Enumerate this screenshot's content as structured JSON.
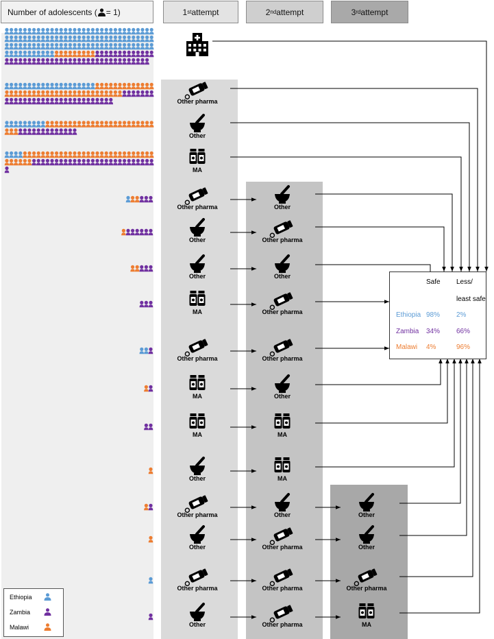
{
  "header": {
    "label": "Number of adolescents (",
    "unit_suffix": " = 1)",
    "attempt1_num": "1",
    "attempt2_num": "2",
    "attempt3_num": "3",
    "attempt1_sup": "st",
    "attempt2_sup": "nd",
    "attempt3_sup": "rd",
    "attempt_word": " attempt"
  },
  "colors": {
    "Ethiopia": "#5b9bd5",
    "Zambia": "#7030a0",
    "Malawi": "#ed7d31"
  },
  "legend": [
    {
      "country": "Ethiopia"
    },
    {
      "country": "Zambia"
    },
    {
      "country": "Malawi"
    }
  ],
  "outcome_table": {
    "col_safe": "Safe",
    "col_less_line1": "Less/",
    "col_less_line2": "least safe",
    "rows": [
      {
        "country": "Ethiopia",
        "safe": "98%",
        "less_safe": "2%"
      },
      {
        "country": "Zambia",
        "safe": "34%",
        "less_safe": "66%"
      },
      {
        "country": "Malawi",
        "safe": "4%",
        "less_safe": "96%"
      }
    ]
  },
  "icons": {
    "hospital": "hospital-icon",
    "Other pharma": "pill-bottle-icon",
    "Other": "mortar-pestle-icon",
    "MA": "medication-bottles-icon"
  },
  "pathways": [
    {
      "people": {
        "Ethiopia": 110,
        "Malawi": 9,
        "Zambia": 45
      },
      "attempts": [
        "hospital"
      ]
    },
    {
      "people": {
        "Ethiopia": 20,
        "Malawi": 39,
        "Zambia": 31
      },
      "attempts": [
        "Other pharma"
      ]
    },
    {
      "people": {
        "Ethiopia": 9,
        "Malawi": 27,
        "Zambia": 13
      },
      "attempts": [
        "Other"
      ]
    },
    {
      "people": {
        "Ethiopia": 4,
        "Malawi": 35,
        "Zambia": 28
      },
      "attempts": [
        "MA"
      ]
    },
    {
      "people": {
        "Ethiopia": 1,
        "Malawi": 2,
        "Zambia": 3
      },
      "attempts": [
        "Other pharma",
        "Other"
      ]
    },
    {
      "people": {
        "Ethiopia": 0,
        "Malawi": 1,
        "Zambia": 6
      },
      "attempts": [
        "Other",
        "Other pharma"
      ]
    },
    {
      "people": {
        "Ethiopia": 0,
        "Malawi": 2,
        "Zambia": 3
      },
      "attempts": [
        "Other",
        "Other"
      ]
    },
    {
      "people": {
        "Ethiopia": 0,
        "Malawi": 0,
        "Zambia": 3
      },
      "attempts": [
        "MA",
        "Other pharma"
      ]
    },
    {
      "people": {
        "Ethiopia": 2,
        "Malawi": 0,
        "Zambia": 1
      },
      "attempts": [
        "Other pharma",
        "Other pharma"
      ]
    },
    {
      "people": {
        "Ethiopia": 0,
        "Malawi": 1,
        "Zambia": 1
      },
      "attempts": [
        "MA",
        "Other"
      ]
    },
    {
      "people": {
        "Ethiopia": 0,
        "Malawi": 0,
        "Zambia": 2
      },
      "attempts": [
        "MA",
        "MA"
      ]
    },
    {
      "people": {
        "Ethiopia": 0,
        "Malawi": 1,
        "Zambia": 0
      },
      "attempts": [
        "Other",
        "MA"
      ]
    },
    {
      "people": {
        "Ethiopia": 0,
        "Malawi": 1,
        "Zambia": 1
      },
      "attempts": [
        "Other pharma",
        "Other",
        "Other"
      ]
    },
    {
      "people": {
        "Ethiopia": 0,
        "Malawi": 1,
        "Zambia": 0
      },
      "attempts": [
        "Other",
        "Other pharma",
        "Other"
      ]
    },
    {
      "people": {
        "Ethiopia": 1,
        "Malawi": 0,
        "Zambia": 0
      },
      "attempts": [
        "Other pharma",
        "Other pharma",
        "Other pharma"
      ]
    },
    {
      "people": {
        "Ethiopia": 0,
        "Malawi": 0,
        "Zambia": 1
      },
      "attempts": [
        "Other",
        "Other pharma",
        "MA"
      ]
    }
  ]
}
